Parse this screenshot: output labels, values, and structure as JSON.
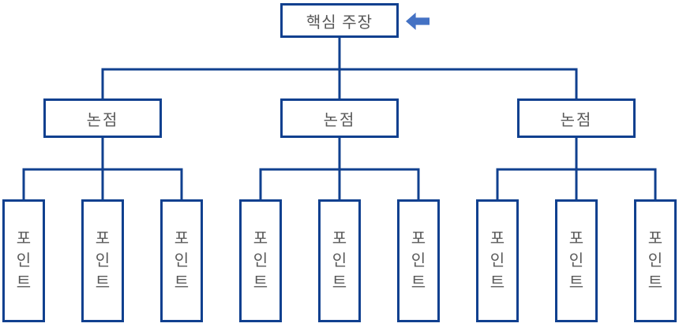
{
  "diagram": {
    "title_hint": "argument-tree-diagram",
    "root": {
      "label": "핵심 주장"
    },
    "arguments": [
      {
        "label": "논점"
      },
      {
        "label": "논점"
      },
      {
        "label": "논점"
      }
    ],
    "points": [
      {
        "label": "포인트"
      },
      {
        "label": "포인트"
      },
      {
        "label": "포인트"
      },
      {
        "label": "포인트"
      },
      {
        "label": "포인트"
      },
      {
        "label": "포인트"
      },
      {
        "label": "포인트"
      },
      {
        "label": "포인트"
      },
      {
        "label": "포인트"
      }
    ],
    "icons": {
      "arrow": "left-block-arrow"
    },
    "colors": {
      "border": "#10408F",
      "connector": "#10408F",
      "text": "#595959",
      "arrow": "#4472C4",
      "background": "#FFFFFF"
    }
  }
}
